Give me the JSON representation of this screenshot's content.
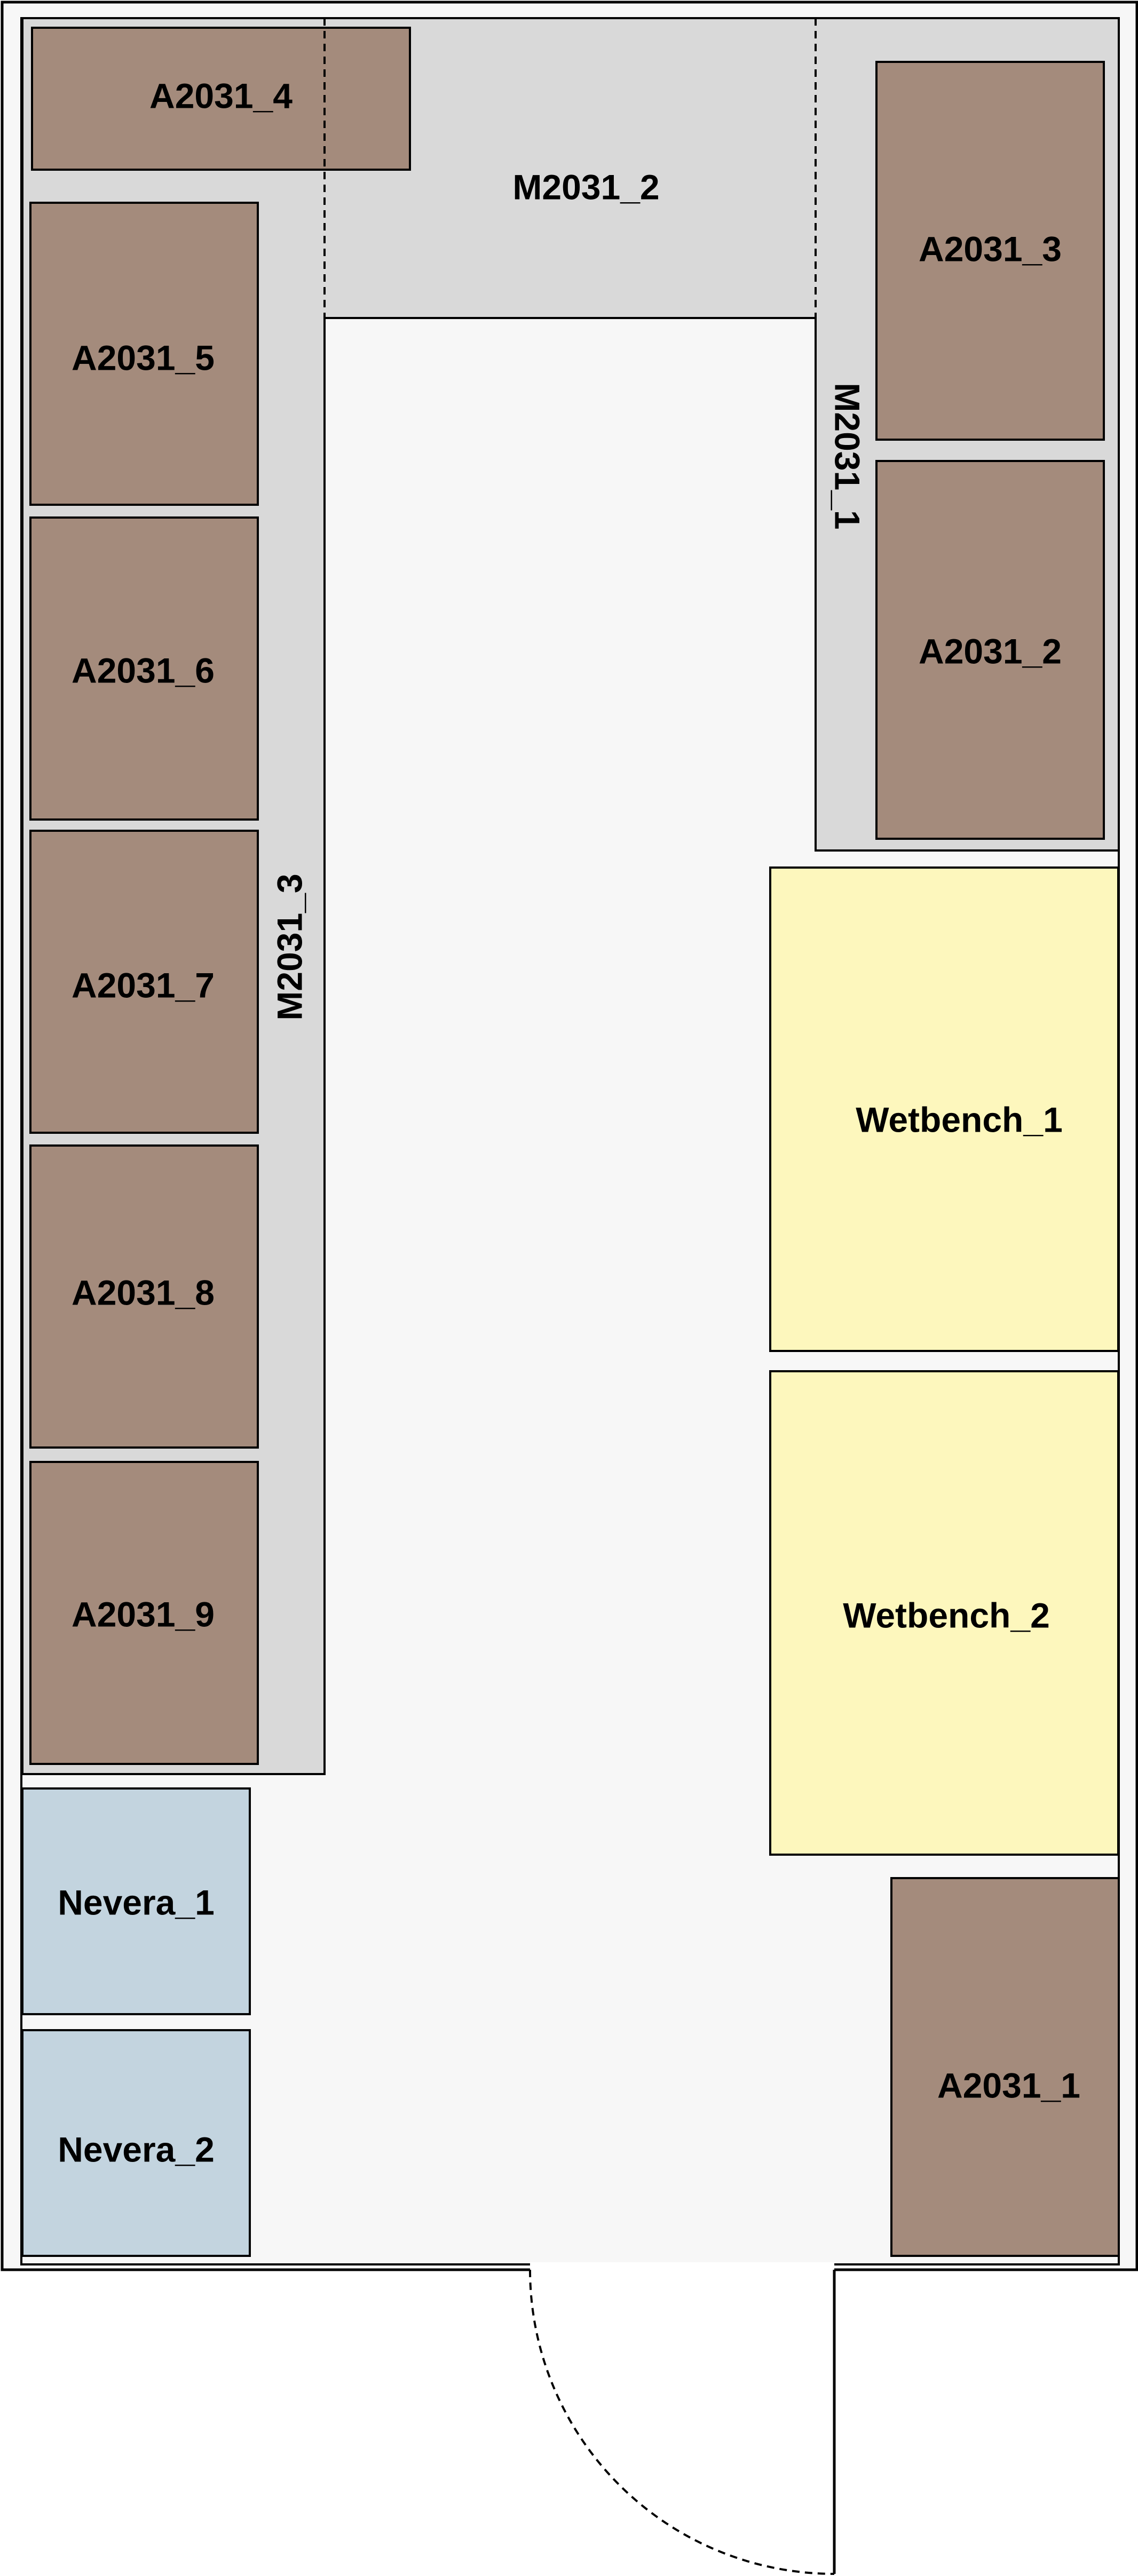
{
  "colors": {
    "room_fill": "#f7f7f7",
    "outline": "#000000",
    "counter_fill": "#d9d9d9",
    "cabinet_fill": "#a48b7c",
    "wetbench_fill": "#fdf7bd",
    "fridge_fill": "#c3d4df",
    "background": "#ffffff"
  },
  "counters": {
    "m1": "M2031_1",
    "m2": "M2031_2",
    "m3": "M2031_3"
  },
  "cabinets": {
    "a1": "A2031_1",
    "a2": "A2031_2",
    "a3": "A2031_3",
    "a4": "A2031_4",
    "a5": "A2031_5",
    "a6": "A2031_6",
    "a7": "A2031_7",
    "a8": "A2031_8",
    "a9": "A2031_9"
  },
  "wetbenches": {
    "w1": "Wetbench_1",
    "w2": "Wetbench_2"
  },
  "fridges": {
    "n1": "Nevera_1",
    "n2": "Nevera_2"
  }
}
